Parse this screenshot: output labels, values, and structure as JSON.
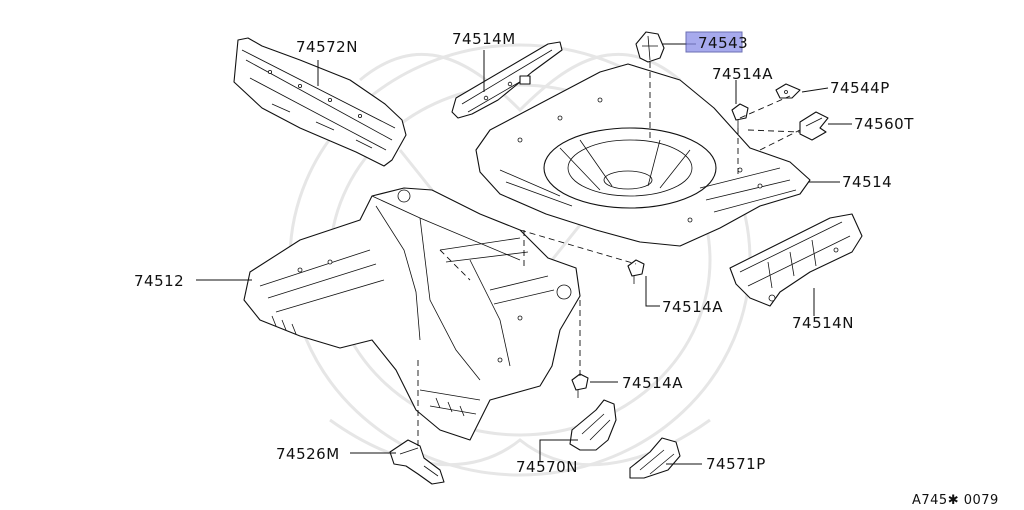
{
  "diagram": {
    "highlight_color": "#8a8ee8",
    "part_labels": {
      "p74572N": "74572N",
      "p74514M": "74514M",
      "p74543": "74543",
      "p74514A_top": "74514A",
      "p74544P": "74544P",
      "p74560T": "74560T",
      "p74514": "74514",
      "p74512": "74512",
      "p74514A_mid": "74514A",
      "p74514N": "74514N",
      "p74514A_low": "74514A",
      "p74526M": "74526M",
      "p74570N": "74570N",
      "p74571P": "74571P"
    },
    "figure_code": "A745✱ 0079"
  }
}
